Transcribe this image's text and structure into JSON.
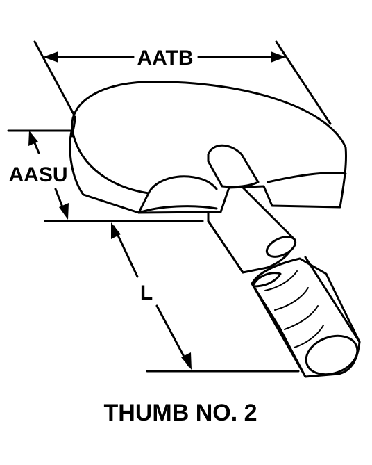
{
  "diagram": {
    "dimensions": {
      "width_label": "AATB",
      "height_label": "AASU",
      "length_label": "L"
    },
    "caption": "THUMB NO. 2"
  }
}
